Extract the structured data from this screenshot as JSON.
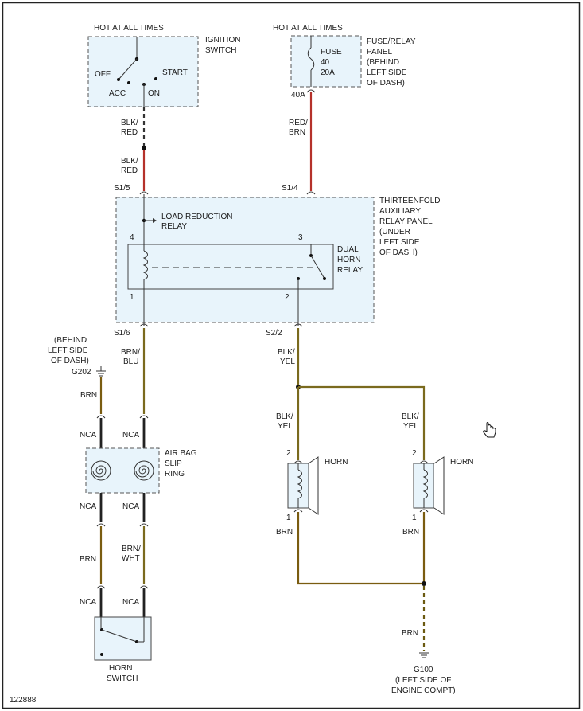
{
  "diagram_id": "122888",
  "labels": {
    "hot_left": "HOT AT ALL TIMES",
    "hot_right": "HOT AT ALL TIMES",
    "ignition_l1": "IGNITION",
    "ignition_l2": "SWITCH",
    "off": "OFF",
    "start": "START",
    "acc": "ACC",
    "on": "ON",
    "fuse_panel_l1": "FUSE/RELAY",
    "fuse_panel_l2": "PANEL",
    "fuse_panel_l3": "(BEHIND",
    "fuse_panel_l4": "LEFT SIDE",
    "fuse_panel_l5": "OF DASH)",
    "fuse_l1": "FUSE",
    "fuse_l2": "40",
    "fuse_l3": "20A",
    "fuse_term": "40A",
    "w_blk_red_1a": "BLK/",
    "w_blk_red_1b": "RED",
    "w_blk_red_2a": "BLK/",
    "w_blk_red_2b": "RED",
    "w_red_brn_a": "RED/",
    "w_red_brn_b": "BRN",
    "s15": "S1/5",
    "s14": "S1/4",
    "s16": "S1/6",
    "s22": "S2/2",
    "relay_panel_l1": "THIRTEENFOLD",
    "relay_panel_l2": "AUXILIARY",
    "relay_panel_l3": "RELAY PANEL",
    "relay_panel_l4": "(UNDER",
    "relay_panel_l5": "LEFT SIDE",
    "relay_panel_l6": "OF DASH)",
    "load_red_l1": "LOAD REDUCTION",
    "load_red_l2": "RELAY",
    "pin4": "4",
    "pin3": "3",
    "pin1": "1",
    "pin2": "2",
    "dual_l1": "DUAL",
    "dual_l2": "HORN",
    "dual_l3": "RELAY",
    "behind_l1": "(BEHIND",
    "behind_l2": "LEFT SIDE",
    "behind_l3": "OF DASH)",
    "g202": "G202",
    "w_brn_blu_a": "BRN/",
    "w_brn_blu_b": "BLU",
    "w_blk_yel_a": "BLK/",
    "w_blk_yel_b": "YEL",
    "w_blk_yel2_a": "BLK/",
    "w_blk_yel2_b": "YEL",
    "w_blk_yel3_a": "BLK/",
    "w_blk_yel3_b": "YEL",
    "brn_top": "BRN",
    "nca1": "NCA",
    "nca2": "NCA",
    "nca3": "NCA",
    "nca4": "NCA",
    "nca5": "NCA",
    "nca6": "NCA",
    "airbag_l1": "AIR BAG",
    "airbag_l2": "SLIP",
    "airbag_l3": "RING",
    "horn1_label": "HORN",
    "horn2_label": "HORN",
    "horn1_pin2": "2",
    "horn1_pin1": "1",
    "horn2_pin2": "2",
    "horn2_pin1": "1",
    "brn_h1": "BRN",
    "brn_h2": "BRN",
    "brn_mid": "BRN",
    "w_brn_wht_a": "BRN/",
    "w_brn_wht_b": "WHT",
    "brn_g100": "BRN",
    "g100_l1": "G100",
    "g100_l2": "(LEFT SIDE OF",
    "g100_l3": "ENGINE COMPT)",
    "horn_sw_l1": "HORN",
    "horn_sw_l2": "SWITCH"
  },
  "colors": {
    "panel_fill": "#e8f4fb",
    "wire_red": "#b5312a",
    "wire_brown": "#7a5c10",
    "wire_black_yellow": "#7a6a1e"
  }
}
